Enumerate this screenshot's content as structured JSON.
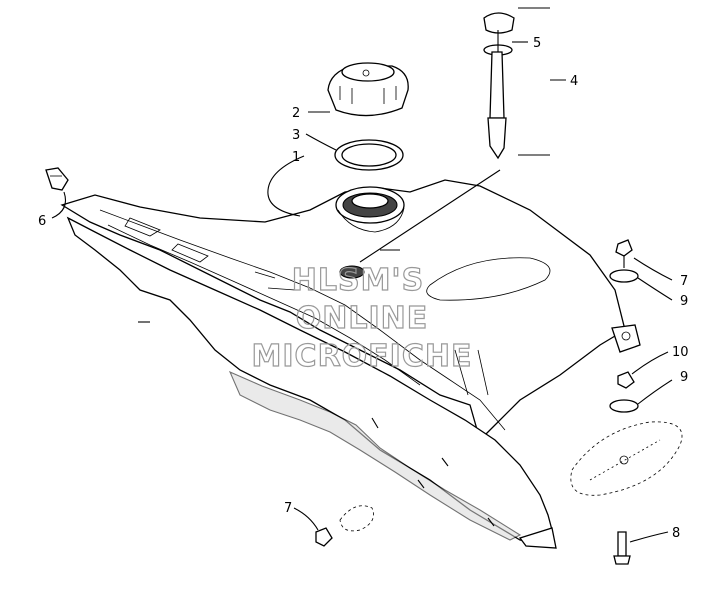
{
  "callouts": {
    "c1": "1",
    "c2": "2",
    "c3": "3",
    "c4": "4",
    "c5": "5",
    "c6": "6",
    "c7a": "7",
    "c7b": "7",
    "c8": "8",
    "c9a": "9",
    "c9b": "9",
    "c10": "10"
  },
  "watermark": {
    "line1": "HLSM'S",
    "line2": "ONLINE",
    "line3": "MICROFICHE"
  },
  "colors": {
    "ink": "#000000",
    "paper": "#ffffff",
    "watermark": "#999999"
  }
}
